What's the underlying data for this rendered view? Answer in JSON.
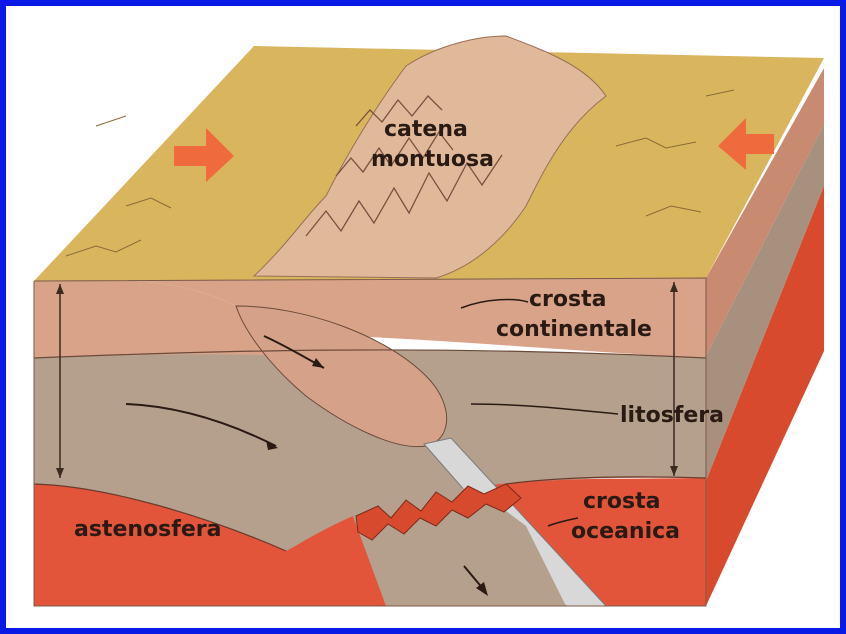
{
  "labels": {
    "mountain_chain_line1": "catena",
    "mountain_chain_line2": "montuosa",
    "continental_crust_line1": "crosta",
    "continental_crust_line2": "continentale",
    "lithosphere": "litosfera",
    "asthenosphere": "astenosfera",
    "oceanic_crust_line1": "crosta",
    "oceanic_crust_line2": "oceanica"
  },
  "colors": {
    "frame": "#0a1ae6",
    "surface": "#d9b65e",
    "continental_crust": "#d9a38a",
    "lithosphere_mantle": "#b5a08e",
    "asthenosphere": "#e2553a",
    "arrow": "#ef6a3c"
  }
}
